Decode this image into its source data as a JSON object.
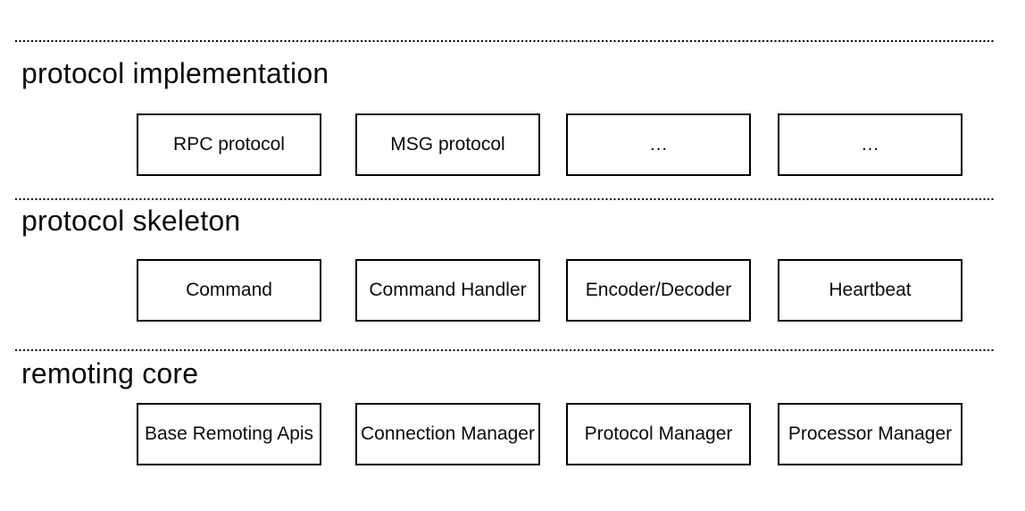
{
  "diagram": {
    "colors": {
      "background": "#ffffff",
      "divider_line": "#000000",
      "box_border": "#000000",
      "text": "#0b0b0b"
    },
    "sections": [
      {
        "title": "protocol implementation",
        "boxes": [
          "RPC protocol",
          "MSG protocol",
          "…",
          "…"
        ]
      },
      {
        "title": "protocol skeleton",
        "boxes": [
          "Command",
          "Command Handler",
          "Encoder/Decoder",
          "Heartbeat"
        ]
      },
      {
        "title": "remoting core",
        "boxes": [
          "Base Remoting Apis",
          "Connection Manager",
          "Protocol Manager",
          "Processor Manager"
        ]
      }
    ]
  }
}
